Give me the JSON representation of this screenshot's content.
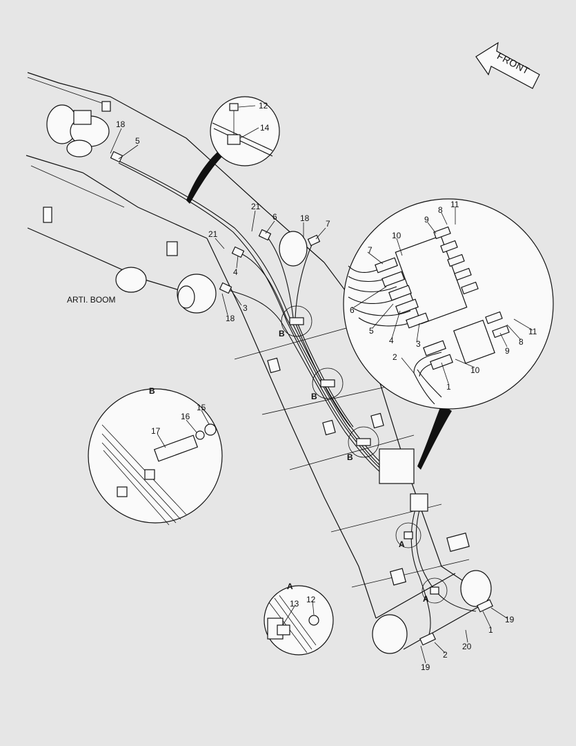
{
  "title": "ARTI. BOOM",
  "front_label": "FRONT",
  "views": {
    "B": "B",
    "A": "A"
  },
  "part_numbers": {
    "p1": "1",
    "p2": "2",
    "p3": "3",
    "p4": "4",
    "p5": "5",
    "p6": "6",
    "p7": "7",
    "p8": "8",
    "p9": "9",
    "p10": "10",
    "p11": "11",
    "p12": "12",
    "p13": "13",
    "p14": "14",
    "p15": "15",
    "p16": "16",
    "p17": "17",
    "p18": "18",
    "p19": "19",
    "p20": "20",
    "p21": "21"
  }
}
